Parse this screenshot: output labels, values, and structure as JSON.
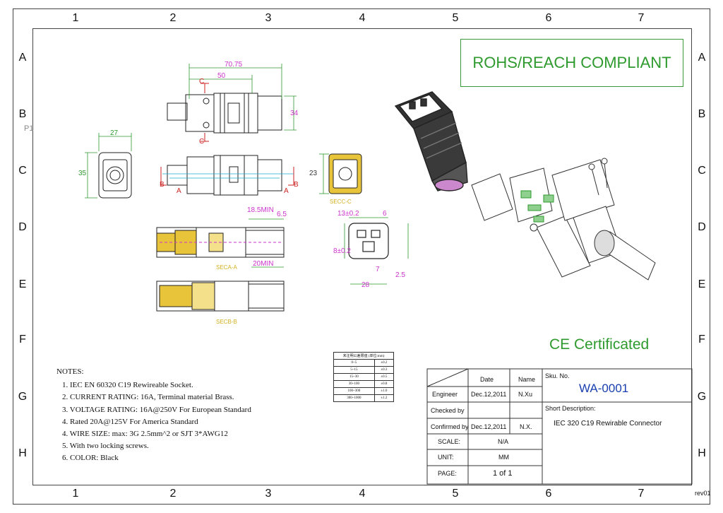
{
  "frame": {
    "columns": [
      "1",
      "2",
      "3",
      "4",
      "5",
      "6",
      "7"
    ],
    "rows": [
      "A",
      "B",
      "C",
      "D",
      "E",
      "F",
      "G",
      "H"
    ],
    "sheet_marker": "P1",
    "revision": "rev01"
  },
  "compliance": {
    "rohs": "ROHS/REACH COMPLIANT",
    "ce": "CE Certificated"
  },
  "notes": {
    "heading": "NOTES:",
    "items": [
      "1. IEC EN 60320 C19 Rewireable Socket.",
      "2. CURRENT RATING: 16A, Terminal material Brass.",
      "3. VOLTAGE RATING: 16A@250V For European Standard",
      "4. Rated 20A@125V For America Standard",
      "4. WIRE SIZE: max: 3G 2.5mm^2 or SJT 3*AWG12",
      "5. With two locking screws.",
      "6. COLOR: Black"
    ]
  },
  "title_block": {
    "header_date": "Date",
    "header_name": "Name",
    "rows": [
      {
        "label": "Engineer",
        "date": "Dec.12,2011",
        "name": "N.Xu"
      },
      {
        "label": "Checked by",
        "date": "",
        "name": ""
      },
      {
        "label": "Confirmed by",
        "date": "Dec.12,2011",
        "name": "N.X."
      }
    ],
    "scale_label": "SCALE:",
    "scale_value": "N/A",
    "unit_label": "UNIT:",
    "unit_value": "MM",
    "page_label": "PAGE:",
    "page_value": "1 of 1",
    "sku_label": "Sku. No.",
    "sku_value": "WA-0001",
    "desc_label": "Short Description:",
    "desc_value": "IEC 320 C19 Rewirable Connector"
  },
  "tolerance_table": {
    "title": "未注明公差限值 (单位:mm)",
    "rows": [
      [
        "0~5",
        "±0.2"
      ],
      [
        "5~15",
        "±0.3"
      ],
      [
        "15~30",
        "±0.5"
      ],
      [
        "30~100",
        "±0.8"
      ],
      [
        "100~300",
        "±1.0"
      ],
      [
        "300~1000",
        "±1.2"
      ]
    ]
  },
  "dimensions": {
    "overall_length": "70.75",
    "body_length": "50",
    "height": "34",
    "width": "27",
    "side": "35",
    "section_cc_height": "23",
    "min_18": "18.5MIN",
    "d_65": "6.5",
    "min_20": "20MIN",
    "d_13": "13±0.2",
    "d_6": "6",
    "d_8": "8±0.2",
    "d_7": "7",
    "d_254": "2.5",
    "d_28": "28",
    "label_a": "A",
    "label_b": "B",
    "label_c": "C",
    "sec_aa": "SECA-A",
    "sec_bb": "SECB-B",
    "sec_cc": "SECC-C"
  },
  "colors": {
    "green": "#2e9a2e",
    "magenta": "#cc33cc",
    "blue": "#1a3fb0",
    "red": "#cc2222",
    "yellow": "#e8c43a"
  }
}
